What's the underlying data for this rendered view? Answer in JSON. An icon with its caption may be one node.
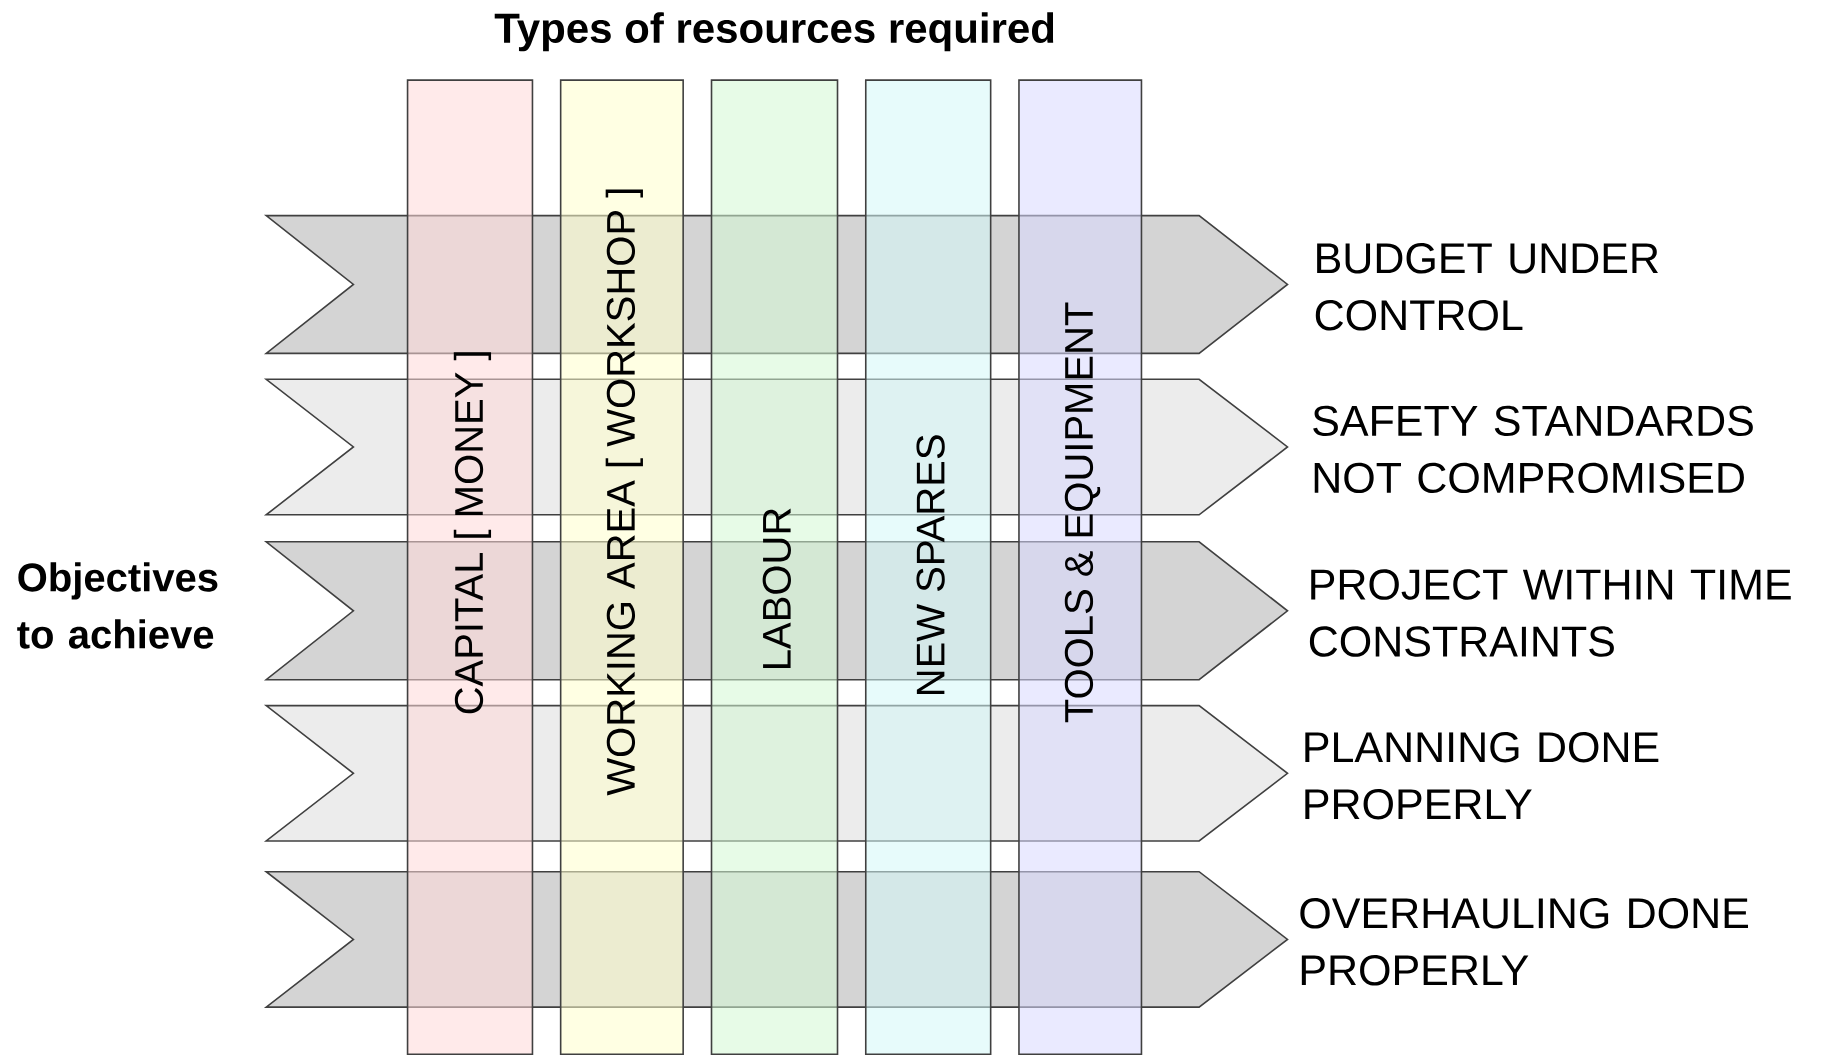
{
  "diagram": {
    "title": "Types of resources required",
    "nodes": [
      {
        "text": [
          "CAPITAL [ MONEY ]"
        ]
      },
      {
        "text": [
          "WORKING AREA [ WORKSHOP ]"
        ]
      },
      {
        "text": [
          "LABOUR"
        ]
      },
      {
        "text": [
          "NEW SPARES"
        ]
      },
      {
        "text": [
          "TOOLS & EQUIPMENT"
        ]
      },
      {
        "text": [],
        "shape": "chevron",
        "beside": [
          "BUDGET UNDER CONTROL"
        ]
      },
      {
        "text": [],
        "shape": "chevron",
        "beside": [
          "SAFETY STANDARDS NOT COMPROMISED"
        ]
      },
      {
        "text": [],
        "shape": "chevron",
        "beside": [
          "PROJECT WITHIN TIME CONSTRAINTS"
        ]
      },
      {
        "text": [],
        "shape": "chevron",
        "beside": [
          "PLANNING DONE PROPERLY"
        ]
      },
      {
        "text": [],
        "shape": "chevron",
        "beside": [
          "OVERHAULING DONE PROPERLY"
        ]
      }
    ],
    "labels": [
      "Objectives to achieve"
    ]
  }
}
